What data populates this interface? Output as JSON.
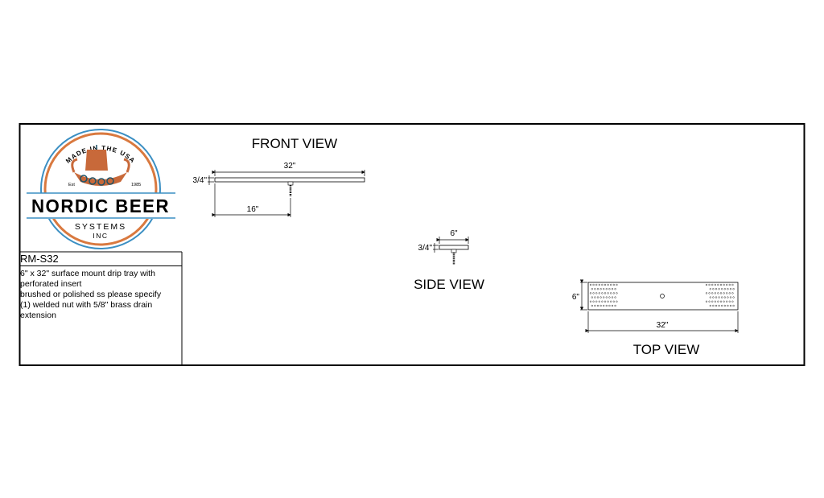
{
  "logo": {
    "arc_top": "MADE IN THE USA",
    "est": "Est",
    "year": "1985",
    "brand": "NORDIC BEER",
    "sub1": "SYSTEMS",
    "sub2": "INC",
    "colors": {
      "navy": "#1f5368",
      "rust": "#c8693a",
      "ring_blue": "#3b8fc3",
      "ring_orange": "#d9793f"
    }
  },
  "spec": {
    "part_number": "RM-S32",
    "lines": [
      "6\" x 32\" surface mount drip tray with perforated insert",
      "brushed or polished ss please specify",
      "(1) welded nut with 5/8\" brass drain extension"
    ]
  },
  "views": {
    "front": {
      "title": "FRONT VIEW",
      "width_dim": "32\"",
      "height_dim": "3/4\"",
      "half_dim": "16\""
    },
    "side": {
      "title": "SIDE VIEW",
      "width_dim": "6\"",
      "height_dim": "3/4\""
    },
    "top": {
      "title": "TOP VIEW",
      "width_dim": "32\"",
      "height_dim": "6\""
    }
  }
}
